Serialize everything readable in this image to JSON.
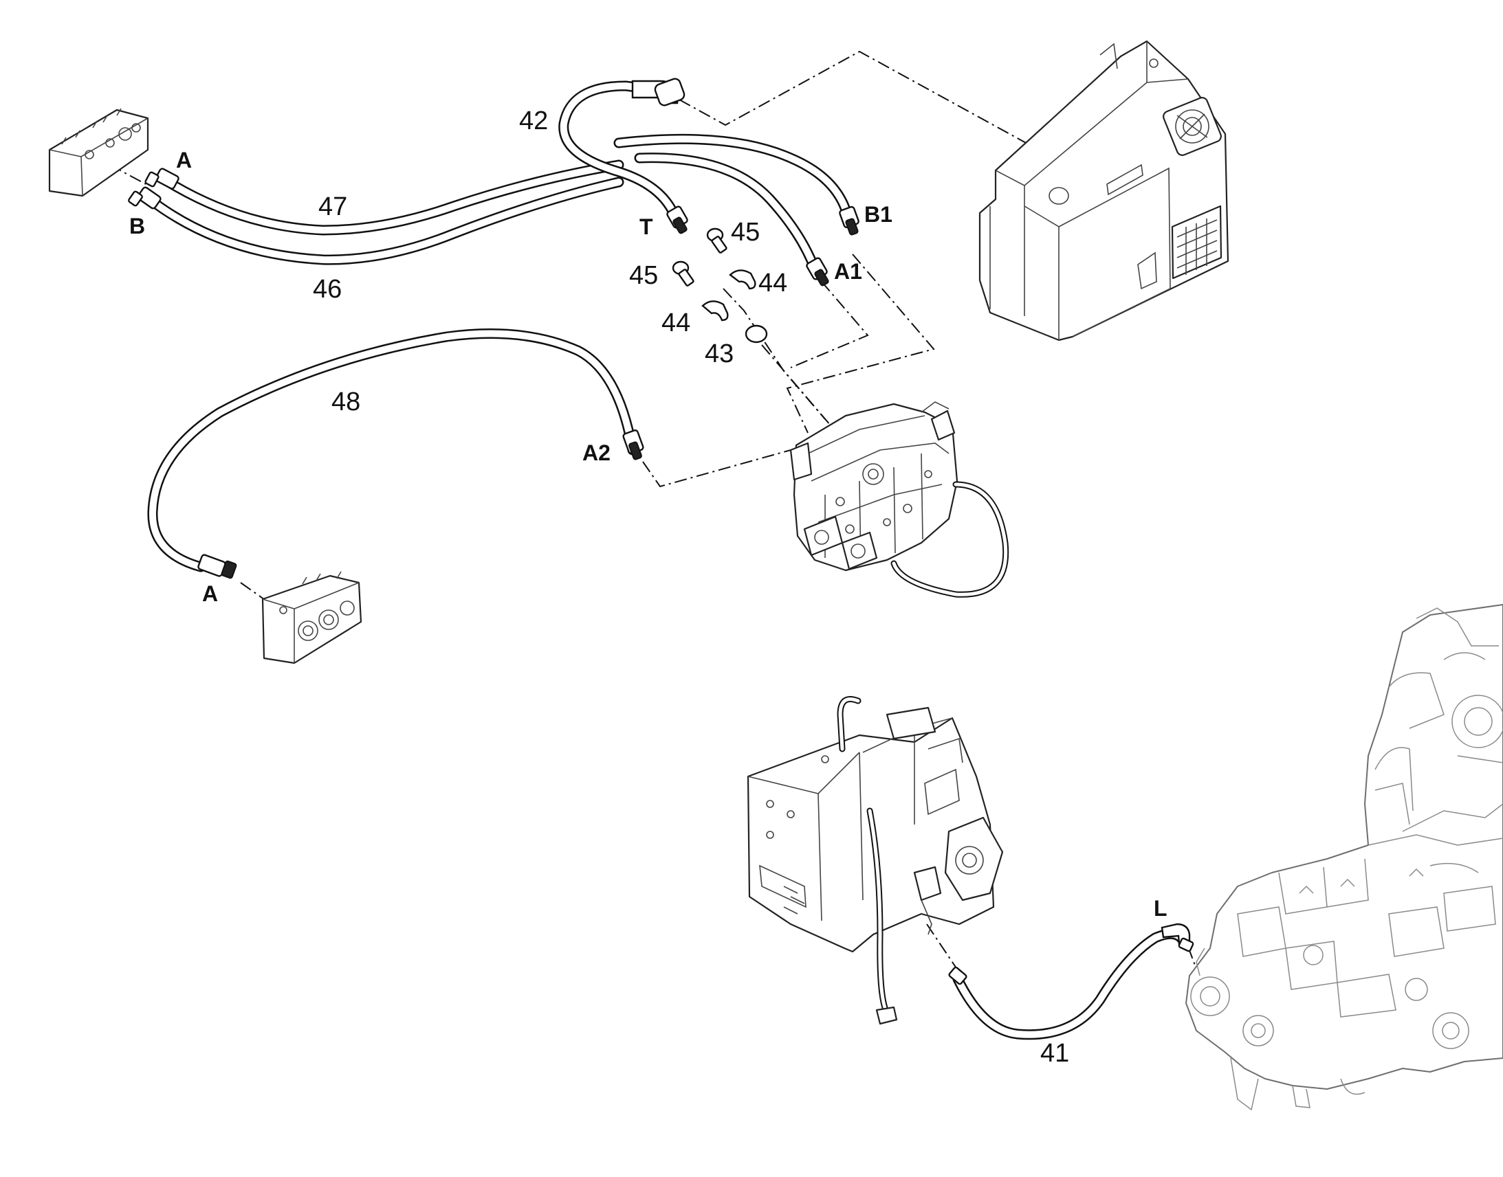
{
  "callouts": {
    "c41": "41",
    "c42": "42",
    "c43": "43",
    "c44a": "44",
    "c44b": "44",
    "c45a": "45",
    "c45b": "45",
    "c46": "46",
    "c47": "47",
    "c48": "48"
  },
  "ports": {
    "a_upper": "A",
    "b_upper": "B",
    "t": "T",
    "b1": "B1",
    "a1": "A1",
    "a2": "A2",
    "a_lower": "A",
    "l": "L"
  }
}
